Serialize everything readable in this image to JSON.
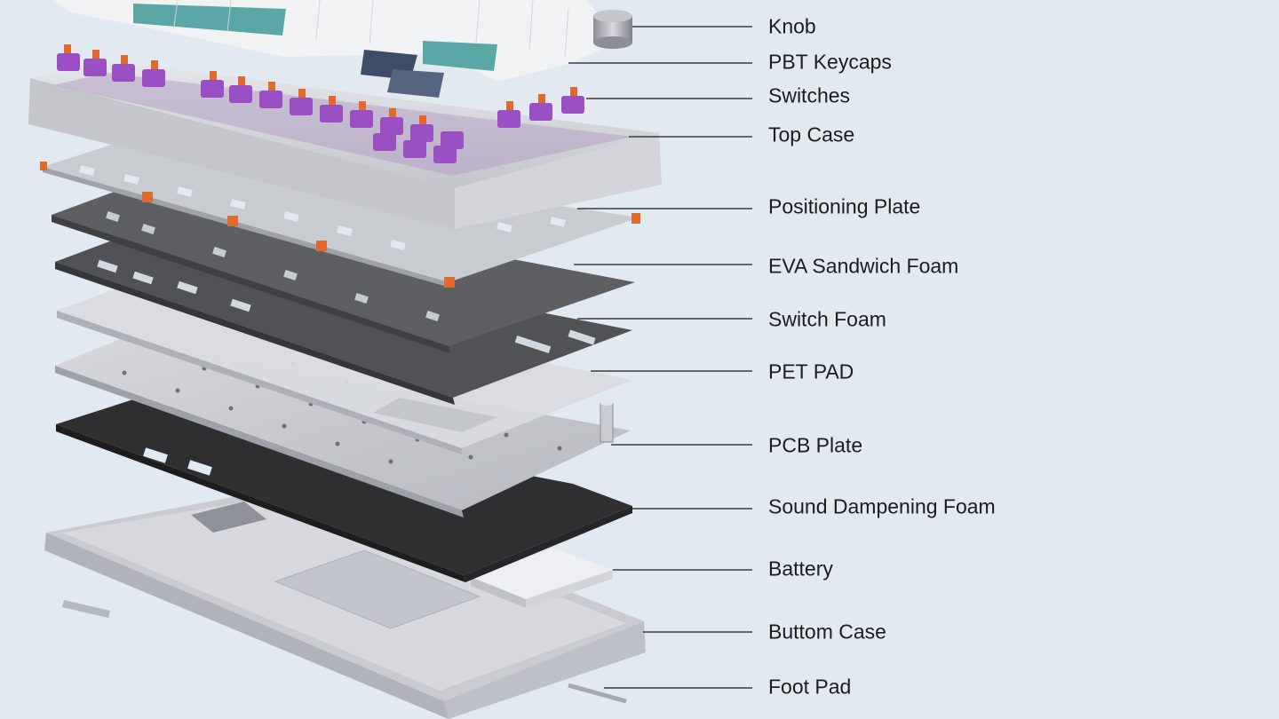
{
  "labels": [
    {
      "id": "knob",
      "text": "Knob"
    },
    {
      "id": "pbt-keycaps",
      "text": "PBT Keycaps"
    },
    {
      "id": "switches",
      "text": "Switches"
    },
    {
      "id": "top-case",
      "text": "Top Case"
    },
    {
      "id": "positioning-plate",
      "text": "Positioning Plate"
    },
    {
      "id": "eva-sandwich-foam",
      "text": "EVA Sandwich Foam"
    },
    {
      "id": "switch-foam",
      "text": "Switch Foam"
    },
    {
      "id": "pet-pad",
      "text": "PET PAD"
    },
    {
      "id": "pcb-plate",
      "text": "PCB Plate"
    },
    {
      "id": "sound-dampening-foam",
      "text": "Sound Dampening Foam"
    },
    {
      "id": "battery",
      "text": "Battery"
    },
    {
      "id": "buttom-case",
      "text": "Buttom Case"
    },
    {
      "id": "foot-pad",
      "text": "Foot Pad"
    }
  ],
  "colors": {
    "background": "#e3e9f1",
    "leader": "#1a1a1a",
    "case": "#d8d9de",
    "plate": "#8c8f95",
    "foam": "#3b3b3d",
    "switch": "#9a4fc2",
    "stem": "#e06a2c",
    "accent_keycap": "#5ba7a6",
    "navy_keycap": "#3d4d68"
  }
}
